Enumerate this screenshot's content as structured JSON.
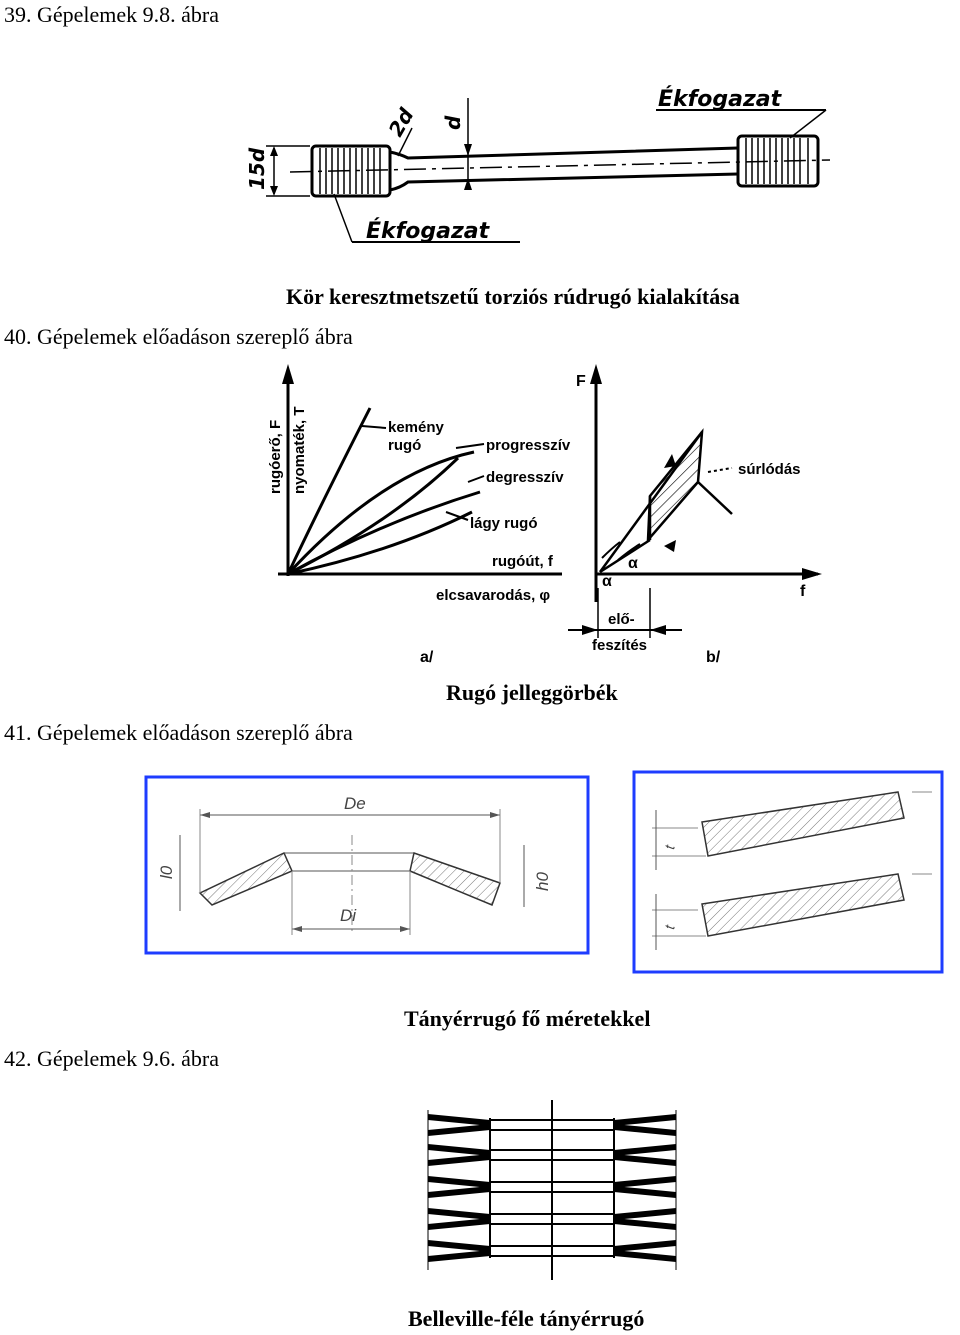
{
  "sections": [
    {
      "heading": "39. Gépelemek 9.8. ábra",
      "caption": "Kör keresztmetszetű torziós rúdrugó kialakítása"
    },
    {
      "heading": "40. Gépelemek előadáson szereplő ábra",
      "caption": "Rugó jelleggörbék"
    },
    {
      "heading": "41. Gépelemek előadáson szereplő ábra",
      "caption": "Tányérrugó fő méretekkel"
    },
    {
      "heading": "42. Gépelemek 9.6. ábra",
      "caption": "Belleville-féle tányérrugó"
    }
  ],
  "fig39": {
    "label_top": "Ékfogazat",
    "label_bottom": "Ékfogazat",
    "dim_2d": "2d",
    "dim_d": "d",
    "dim_15d": "15d"
  },
  "fig40": {
    "a": {
      "y_label_1": "rugóerő, F",
      "y_label_2": "nyomaték, T",
      "curve_hard": "kemény rugó",
      "curve_hard_1": "kemény",
      "curve_hard_2": "rugó",
      "curve_prog": "progresszív",
      "curve_degr": "degresszív",
      "curve_soft": "lágy rugó",
      "x_label_1": "rugóút, f",
      "x_label_2": "elcsavarodás, φ",
      "panel": "a/"
    },
    "b": {
      "axis_F": "F",
      "axis_f": "f",
      "friction": "súrlódás",
      "alpha_1": "α",
      "alpha_2": "α",
      "preload_1": "elő-",
      "preload_2": "feszítés",
      "panel": "b/"
    }
  },
  "fig41": {
    "De": "De",
    "Di": "Di",
    "l0": "l0",
    "h0": "h0",
    "t1": "t",
    "t2": "t",
    "frame_color": "#1e3cff"
  }
}
